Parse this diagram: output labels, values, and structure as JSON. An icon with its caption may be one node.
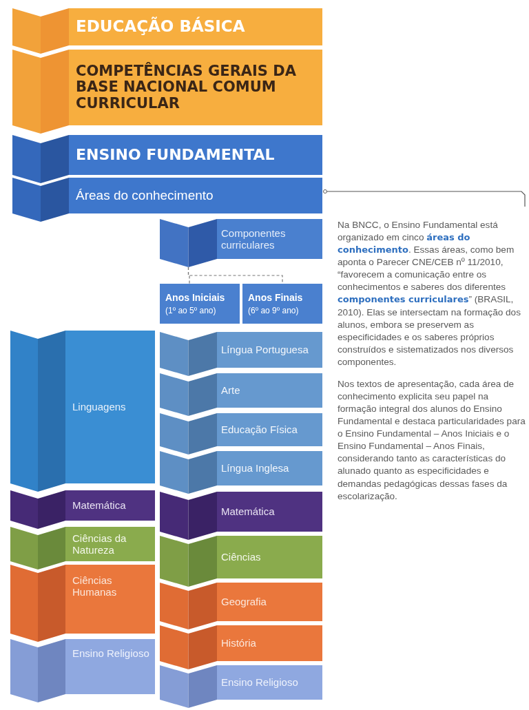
{
  "diagram": {
    "nodes": [
      {
        "text": [
          "EDUCAÇÃO BÁSICA"
        ]
      },
      {
        "text": [
          "COMPETÊNCIAS GERAIS DA BASE NACIONAL COMUM CURRICULAR"
        ]
      },
      {
        "text": [
          "ENSINO FUNDAMENTAL"
        ]
      },
      {
        "text": [
          "Áreas do conhecimento"
        ]
      },
      {
        "text": [
          "Componentes curriculares"
        ]
      },
      {
        "text": [
          "Anos Iniciais",
          "(1º ao 5º ano)"
        ]
      },
      {
        "text": [
          "Anos Finais",
          "(6º ao 9º ano)"
        ]
      },
      {
        "text": [
          "Linguagens"
        ]
      },
      {
        "text": [
          "Língua Portuguesa"
        ]
      },
      {
        "text": [
          "Arte"
        ]
      },
      {
        "text": [
          "Educação Física"
        ]
      },
      {
        "text": [
          "Língua Inglesa"
        ]
      },
      {
        "text": [
          "Matemática"
        ]
      },
      {
        "text": [
          "Matemática"
        ]
      },
      {
        "text": [
          "Ciências da Natureza"
        ]
      },
      {
        "text": [
          "Ciências"
        ]
      },
      {
        "text": [
          "Ciências Humanas"
        ]
      },
      {
        "text": [
          "Geografia"
        ]
      },
      {
        "text": [
          "História"
        ]
      },
      {
        "text": [
          "Ensino Religioso"
        ]
      },
      {
        "text": [
          "Ensino Religioso"
        ]
      },
      {
        "text": [
          "Na BNCC, o Ensino Fundamental está organizado em cinco **áreas do conhecimento**. Essas áreas, como bem aponta o Parecer CNE/CEB nº 11/2010, “favorecem a comunicação entre os conhecimentos e saberes dos diferentes **componentes curriculares**” (BRASIL, 2010). Elas se intersectam na formação dos alunos, embora se preservem as especificidades e os saberes próprios construídos e sistematizados nos diversos componentes.",
          "Nos textos de apresentação, cada área de conhecimento  explicita seu papel na formação integral dos alunos do Ensino Fundamental e destaca particularidades para o Ensino Fundamental – Anos Iniciais e o Ensino Fundamental – Anos Finais, considerando tanto as características do alunado quanto as especificidades e demandas pedagógicas dessas fases da escolarização."
        ]
      }
    ],
    "edges": [
      {
        "from": 4,
        "to": 5,
        "arrow": "none",
        "style": "dashed"
      },
      {
        "from": 4,
        "to": 6,
        "arrow": "none",
        "style": "dashed"
      },
      {
        "from": 21,
        "to": 3,
        "arrow": "other"
      }
    ]
  }
}
